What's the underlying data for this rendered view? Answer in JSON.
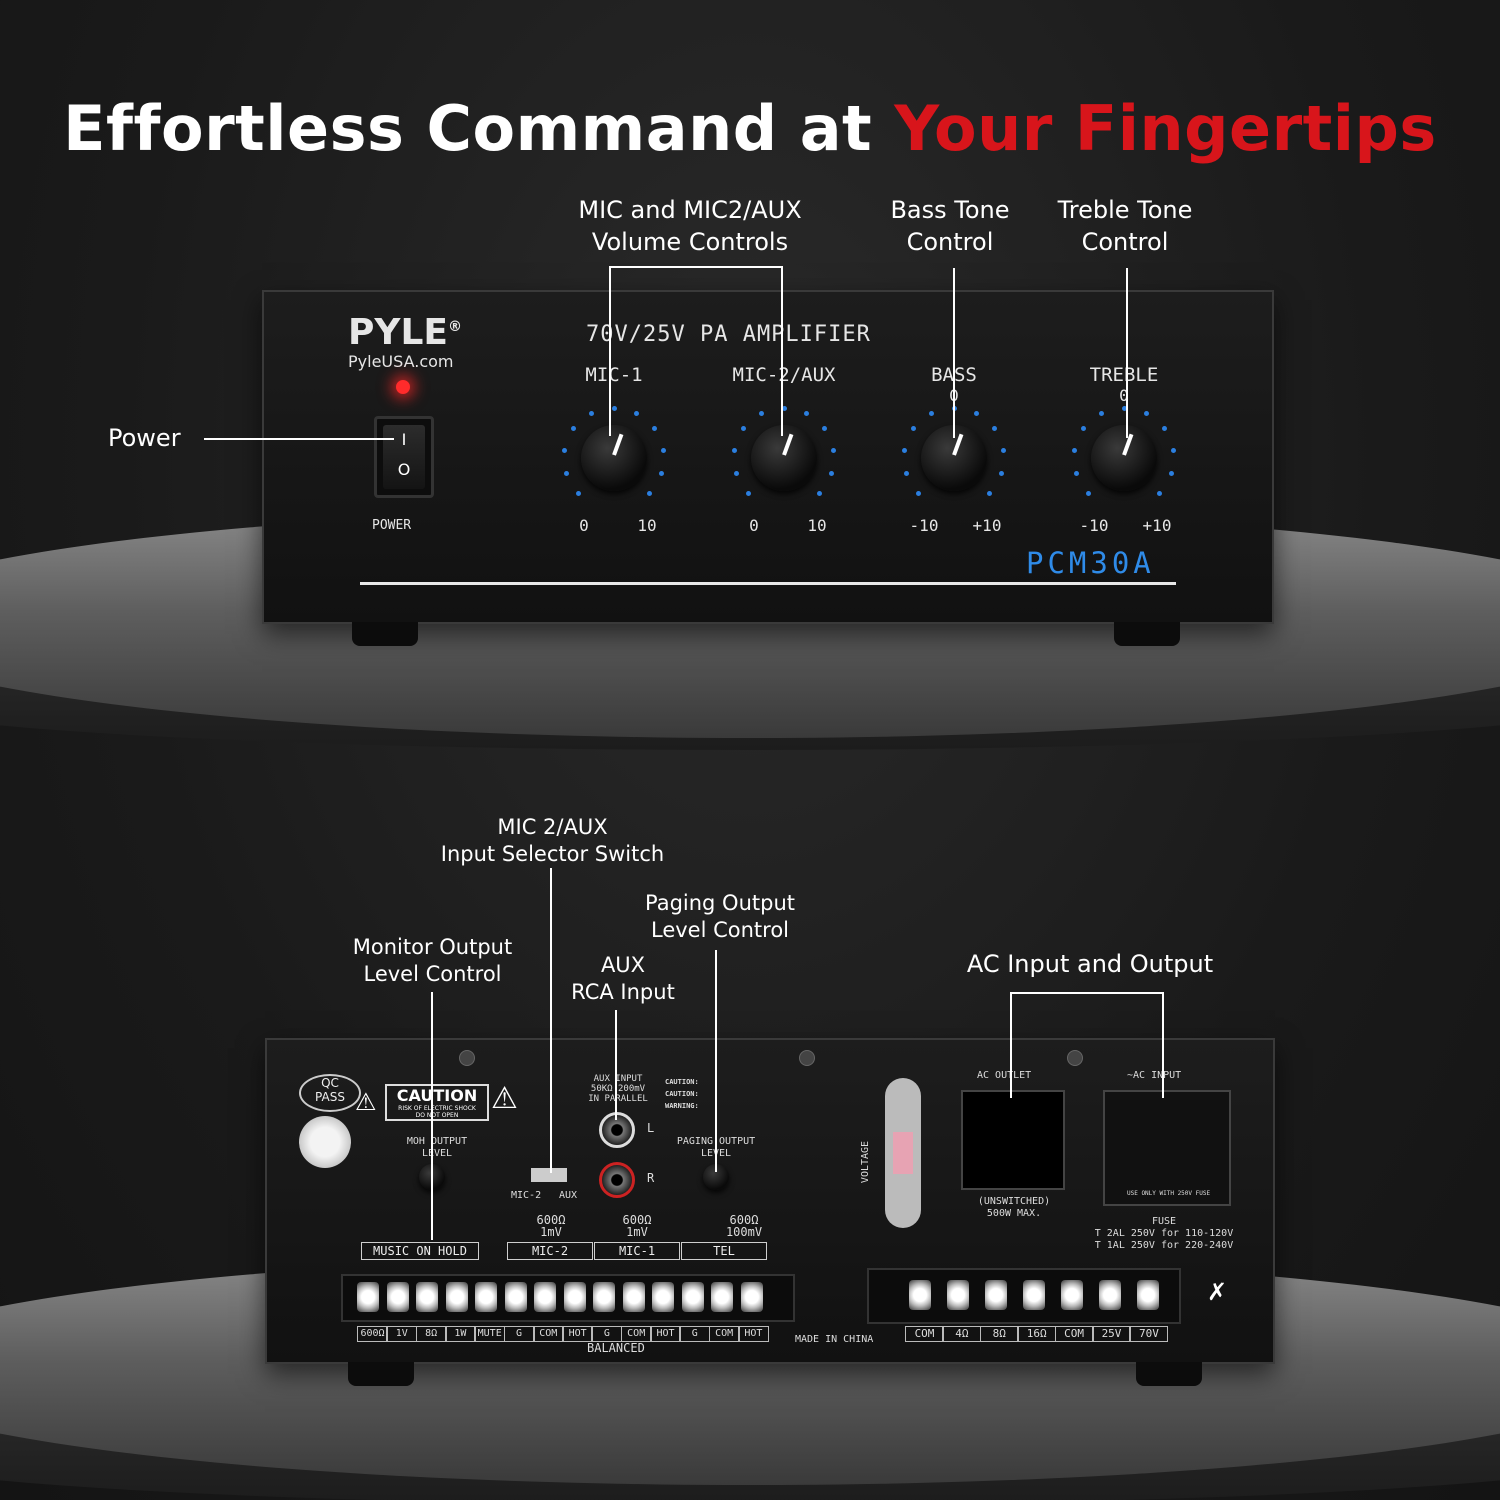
{
  "headline": {
    "main": "Effortless Command at",
    "accent": "Your Fingertips",
    "accent_color": "#d8151b"
  },
  "front_callouts": {
    "volume": [
      "MIC and MIC2/AUX",
      "Volume Controls"
    ],
    "bass": [
      "Bass Tone",
      "Control"
    ],
    "treble": [
      "Treble Tone",
      "Control"
    ],
    "power": "Power"
  },
  "front_panel": {
    "brand": "PYLE",
    "brand_mark": "®",
    "website": "PyleUSA.com",
    "product_type": "70V/25V PA AMPLIFIER",
    "model": "PCM30A",
    "power_label": "POWER",
    "switch_on": "I",
    "switch_off": "O",
    "knobs": [
      {
        "label": "MIC-1",
        "center": "",
        "min": "0",
        "max": "10"
      },
      {
        "label": "MIC-2/AUX",
        "center": "",
        "min": "0",
        "max": "10"
      },
      {
        "label": "BASS",
        "center": "0",
        "min": "-10",
        "max": "+10"
      },
      {
        "label": "TREBLE",
        "center": "0",
        "min": "-10",
        "max": "+10"
      }
    ]
  },
  "rear_callouts": {
    "selector": [
      "MIC 2/AUX",
      "Input Selector Switch"
    ],
    "paging": [
      "Paging Output",
      "Level Control"
    ],
    "monitor": [
      "Monitor Output",
      "Level Control"
    ],
    "aux": [
      "AUX",
      "RCA Input"
    ],
    "ac": "AC Input and Output"
  },
  "rear_panel": {
    "qc": [
      "QC",
      "PASS"
    ],
    "caution_title": "CAUTION",
    "caution_sub": [
      "RISK OF ELECTRIC SHOCK",
      "DO NOT OPEN"
    ],
    "moh_level": [
      "MOH OUTPUT",
      "LEVEL"
    ],
    "aux_input": [
      "AUX INPUT",
      "50KΩ 200mV",
      "IN PARALLEL"
    ],
    "rca_l": "L",
    "rca_r": "R",
    "caution_text": [
      "CAUTION:",
      "CAUTION:",
      "WARNING:"
    ],
    "paging_level": [
      "PAGING OUTPUT",
      "LEVEL"
    ],
    "selector_labels": [
      "MIC-2",
      "AUX"
    ],
    "imp_mic2": [
      "600Ω",
      "1mV"
    ],
    "imp_mic1": [
      "600Ω",
      "1mV"
    ],
    "imp_tel": [
      "600Ω",
      "100mV"
    ],
    "group_labels": [
      "MUSIC ON HOLD",
      "MIC-2",
      "MIC-1",
      "TEL"
    ],
    "bottom_terms": [
      "600Ω",
      "1V",
      "8Ω",
      "1W",
      "MUTE",
      "G",
      "COM",
      "HOT",
      "G",
      "COM",
      "HOT",
      "G",
      "COM",
      "HOT"
    ],
    "balanced": "BALANCED",
    "made_in": "MADE IN CHINA",
    "voltage": "VOLTAGE",
    "ac_outlet": "AC OUTLET",
    "ac_input": "~AC INPUT",
    "unswitched": [
      "(UNSWITCHED)",
      "500W MAX."
    ],
    "fuse_note": "USE ONLY WITH 250V FUSE",
    "fuse": [
      "FUSE",
      "T 2AL 250V for 110-120V",
      "T 1AL 250V for 220-240V"
    ],
    "speaker_terms": [
      "COM",
      "4Ω",
      "8Ω",
      "16Ω",
      "COM",
      "25V",
      "70V"
    ]
  }
}
